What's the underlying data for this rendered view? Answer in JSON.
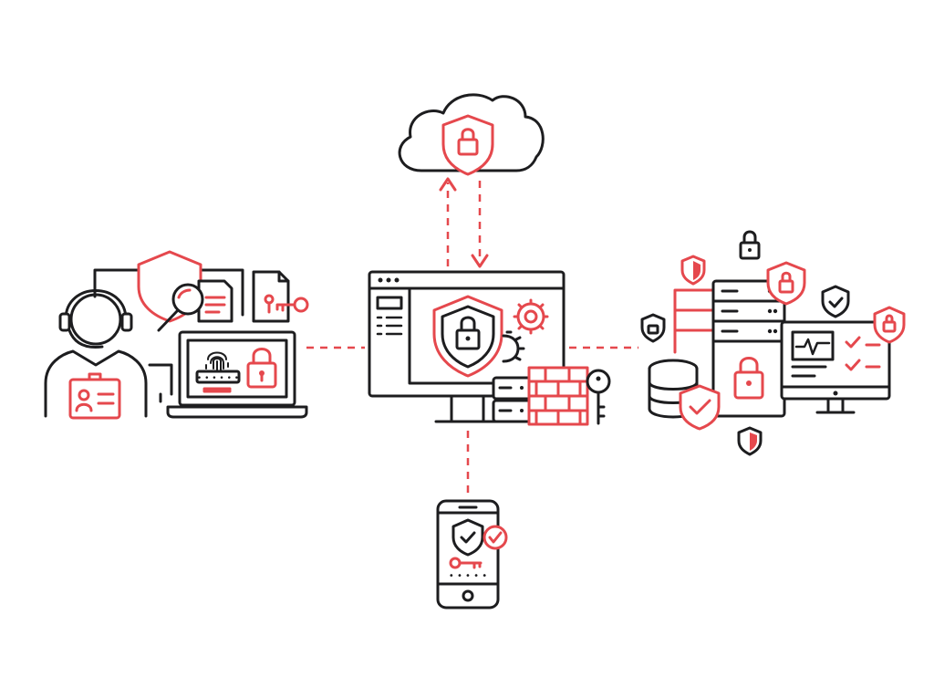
{
  "colors": {
    "accent": "#e5484d",
    "ink": "#1d1d1f",
    "background": "#ffffff"
  },
  "nodes": [
    {
      "id": "cloud",
      "icon": "cloud-shield-lock-icon"
    },
    {
      "id": "support-agent",
      "icon": "headset-operator-icon"
    },
    {
      "id": "central-monitor",
      "icon": "monitor-shield-icon"
    },
    {
      "id": "datacenter",
      "icon": "server-database-icon"
    },
    {
      "id": "smartphone",
      "icon": "phone-shield-key-icon"
    }
  ],
  "connections": [
    {
      "from": "central-monitor",
      "to": "cloud",
      "style": "dashed",
      "arrows": "both"
    },
    {
      "from": "central-monitor",
      "to": "support-agent",
      "style": "dashed"
    },
    {
      "from": "central-monitor",
      "to": "datacenter",
      "style": "dashed"
    },
    {
      "from": "central-monitor",
      "to": "smartphone",
      "style": "dashed"
    }
  ],
  "phone": {
    "pin_mask": "• • • • •"
  },
  "laptop": {
    "password_mask": "• • • • • •"
  }
}
